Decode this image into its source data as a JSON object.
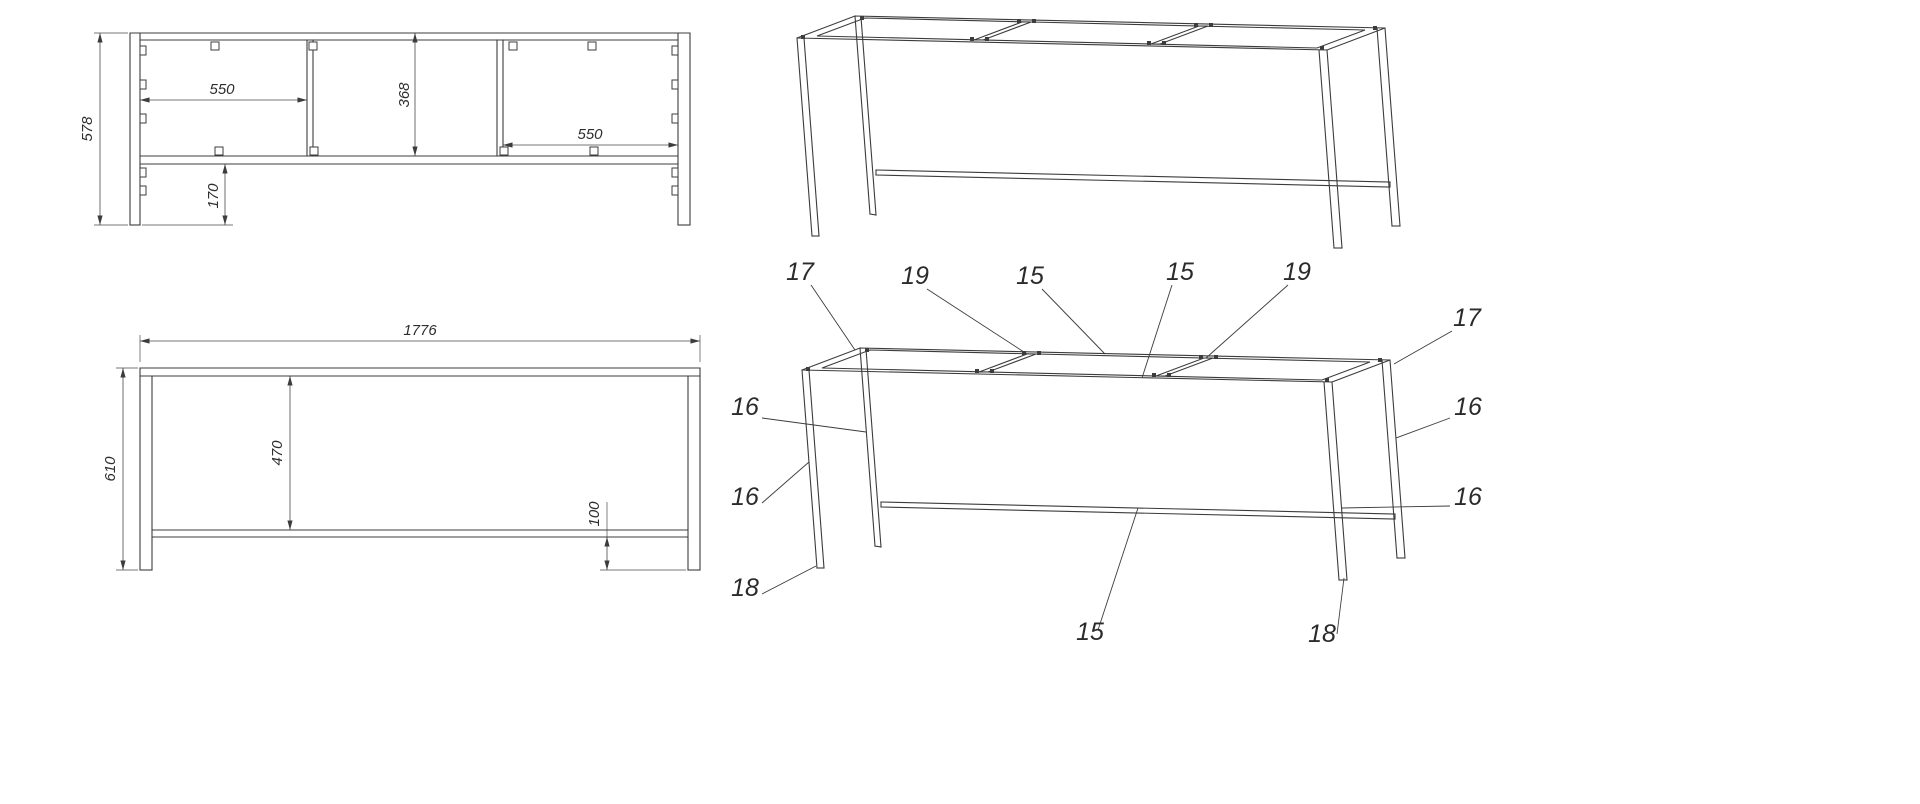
{
  "colors": {
    "background": "#ffffff",
    "line": "#3c3c3c",
    "text": "#2e2e2e"
  },
  "plan_view": {
    "dim_depth": "578",
    "dim_left_bay": "550",
    "dim_inner_depth": "368",
    "dim_right_bay": "550",
    "dim_rail_offset": "170"
  },
  "front_view": {
    "dim_length": "1776",
    "dim_height": "610",
    "dim_clear_height": "470",
    "dim_foot_height": "100"
  },
  "callouts": [
    {
      "label": "17"
    },
    {
      "label": "19"
    },
    {
      "label": "15"
    },
    {
      "label": "15"
    },
    {
      "label": "19"
    },
    {
      "label": "17"
    },
    {
      "label": "16"
    },
    {
      "label": "16"
    },
    {
      "label": "16"
    },
    {
      "label": "16"
    },
    {
      "label": "18"
    },
    {
      "label": "15"
    },
    {
      "label": "18"
    }
  ]
}
